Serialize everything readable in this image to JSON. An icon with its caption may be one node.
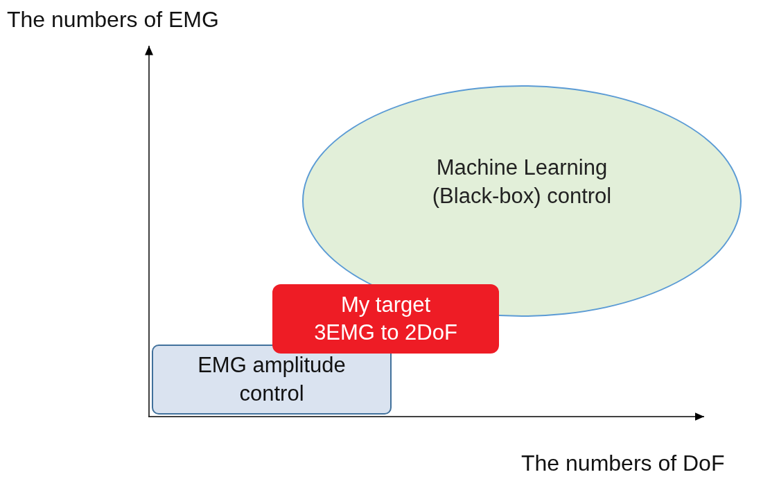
{
  "diagram": {
    "nodes": [
      {
        "text": [
          "Machine Learning (Black-box) control"
        ]
      },
      {
        "text": [
          "EMG amplitude control"
        ]
      },
      {
        "text": [
          "My target",
          "3EMG to 2DoF"
        ]
      }
    ],
    "labels": [
      "The numbers of EMG",
      "The numbers of DoF"
    ]
  }
}
